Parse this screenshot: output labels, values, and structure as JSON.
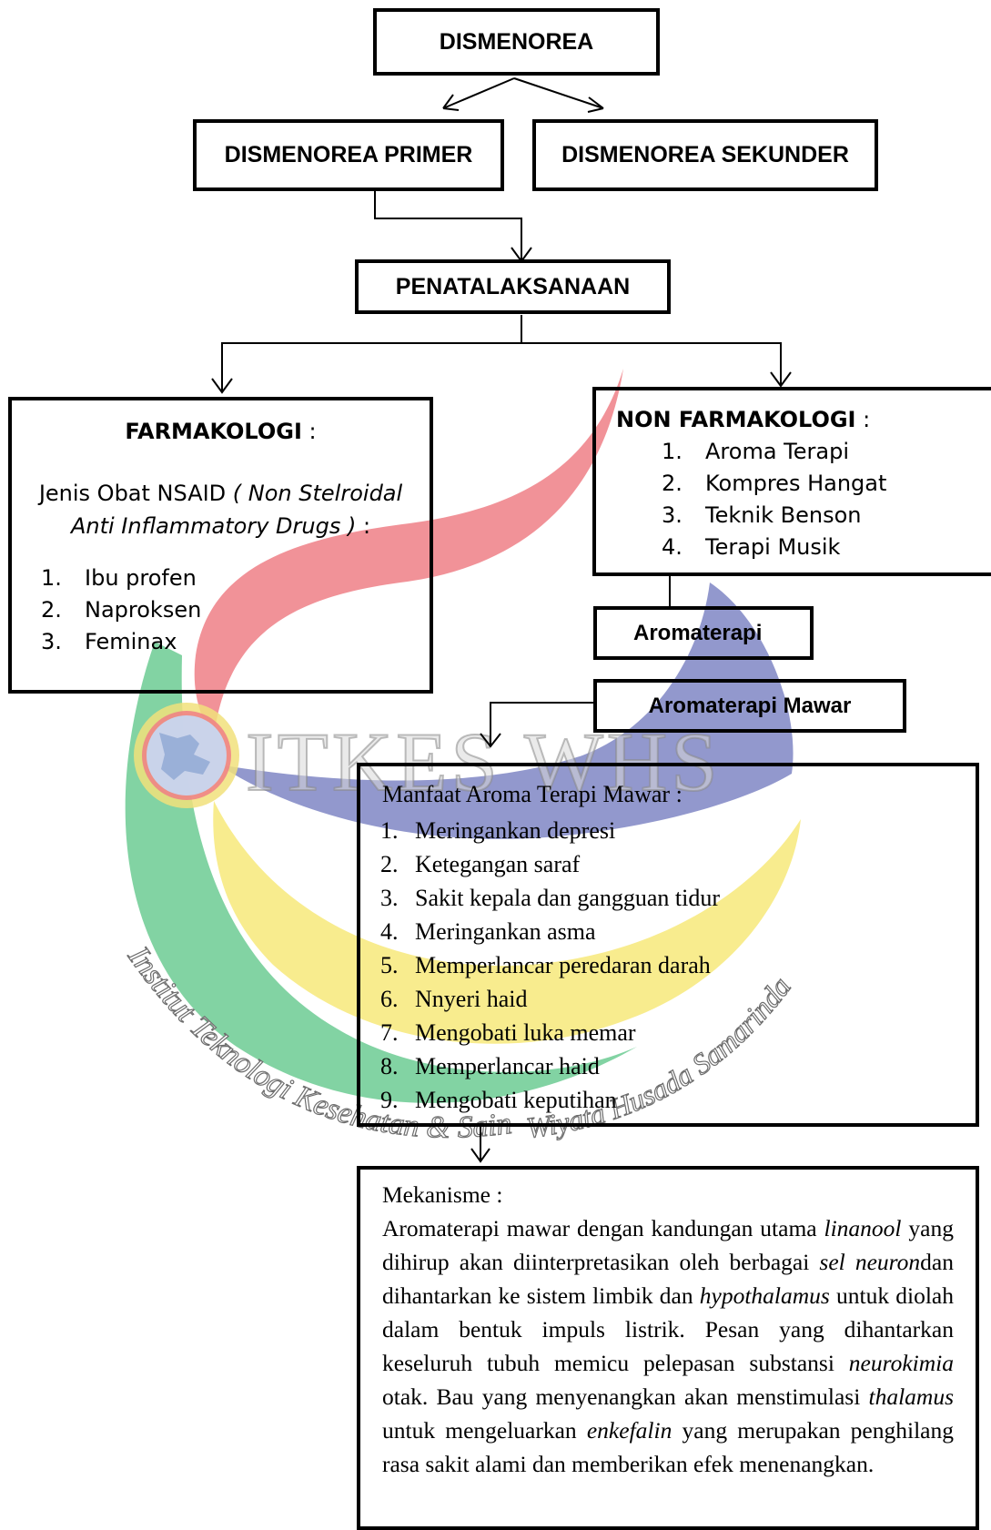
{
  "nodes": {
    "root": "DISMENOREA",
    "primer": "DISMENOREA PRIMER",
    "sekunder": "DISMENOREA SEKUNDER",
    "penatalaksanaan": "PENATALAKSANAAN",
    "aromaterapi": "Aromaterapi",
    "aromaterapi_mawar": "Aromaterapi Mawar"
  },
  "farmakologi": {
    "title": "FARMAKOLOGI",
    "colon": " :",
    "jenis_prefix": "Jenis Obat NSAID ",
    "jenis_italic_1": "( Non Stelroidal",
    "jenis_italic_2": "Anti Inflammatory Drugs )",
    "jenis_suffix": " :",
    "items": [
      "Ibu profen",
      "Naproksen",
      "Feminax"
    ]
  },
  "non_farmakologi": {
    "title": "NON FARMAKOLOGI",
    "colon": " :",
    "items": [
      "Aroma Terapi",
      "Kompres Hangat",
      "Teknik Benson",
      "Terapi Musik"
    ]
  },
  "manfaat": {
    "title": "Manfaat Aroma Terapi Mawar :",
    "items": [
      "Meringankan depresi",
      "Ketegangan saraf",
      "Sakit kepala dan gangguan tidur",
      "Meringankan asma",
      "Memperlancar peredaran darah",
      "Nnyeri haid",
      "Mengobati luka memar",
      "Memperlancar haid",
      "Mengobati keputihan"
    ]
  },
  "mekanisme": {
    "title": "Mekanisme :",
    "t1": "Aromaterapi mawar dengan kandungan utama ",
    "i1": "linanool",
    "t2": " yang dihirup akan diinterpretasikan oleh berbagai ",
    "i2": "sel neuron",
    "t3": "dan dihantarkan ke sistem limbik dan ",
    "i3": "hypothalamus",
    "t4": " untuk diolah dalam bentuk impuls listrik. Pesan yang dihantarkan keseluruh tubuh memicu pelepasan substansi ",
    "i4": "neurokimia",
    "t5": " otak. Bau yang menyenangkan akan menstimulasi ",
    "i5": "thalamus",
    "t6": " untuk mengeluarkan ",
    "i6": "enkefalin",
    "t7": " yang merupakan penghilang rasa sakit alami dan memberikan efek menenangkan."
  },
  "watermark": {
    "name": "ITKES WHS",
    "arc_left": "Institut Teknologi Kesehatan & Sains",
    "arc_right": "Wiyata Husada Samarinda",
    "colors": {
      "red": "#ef7f86",
      "blue": "#7f86c4",
      "yellow": "#f7e97a",
      "green": "#6ccb93"
    }
  }
}
